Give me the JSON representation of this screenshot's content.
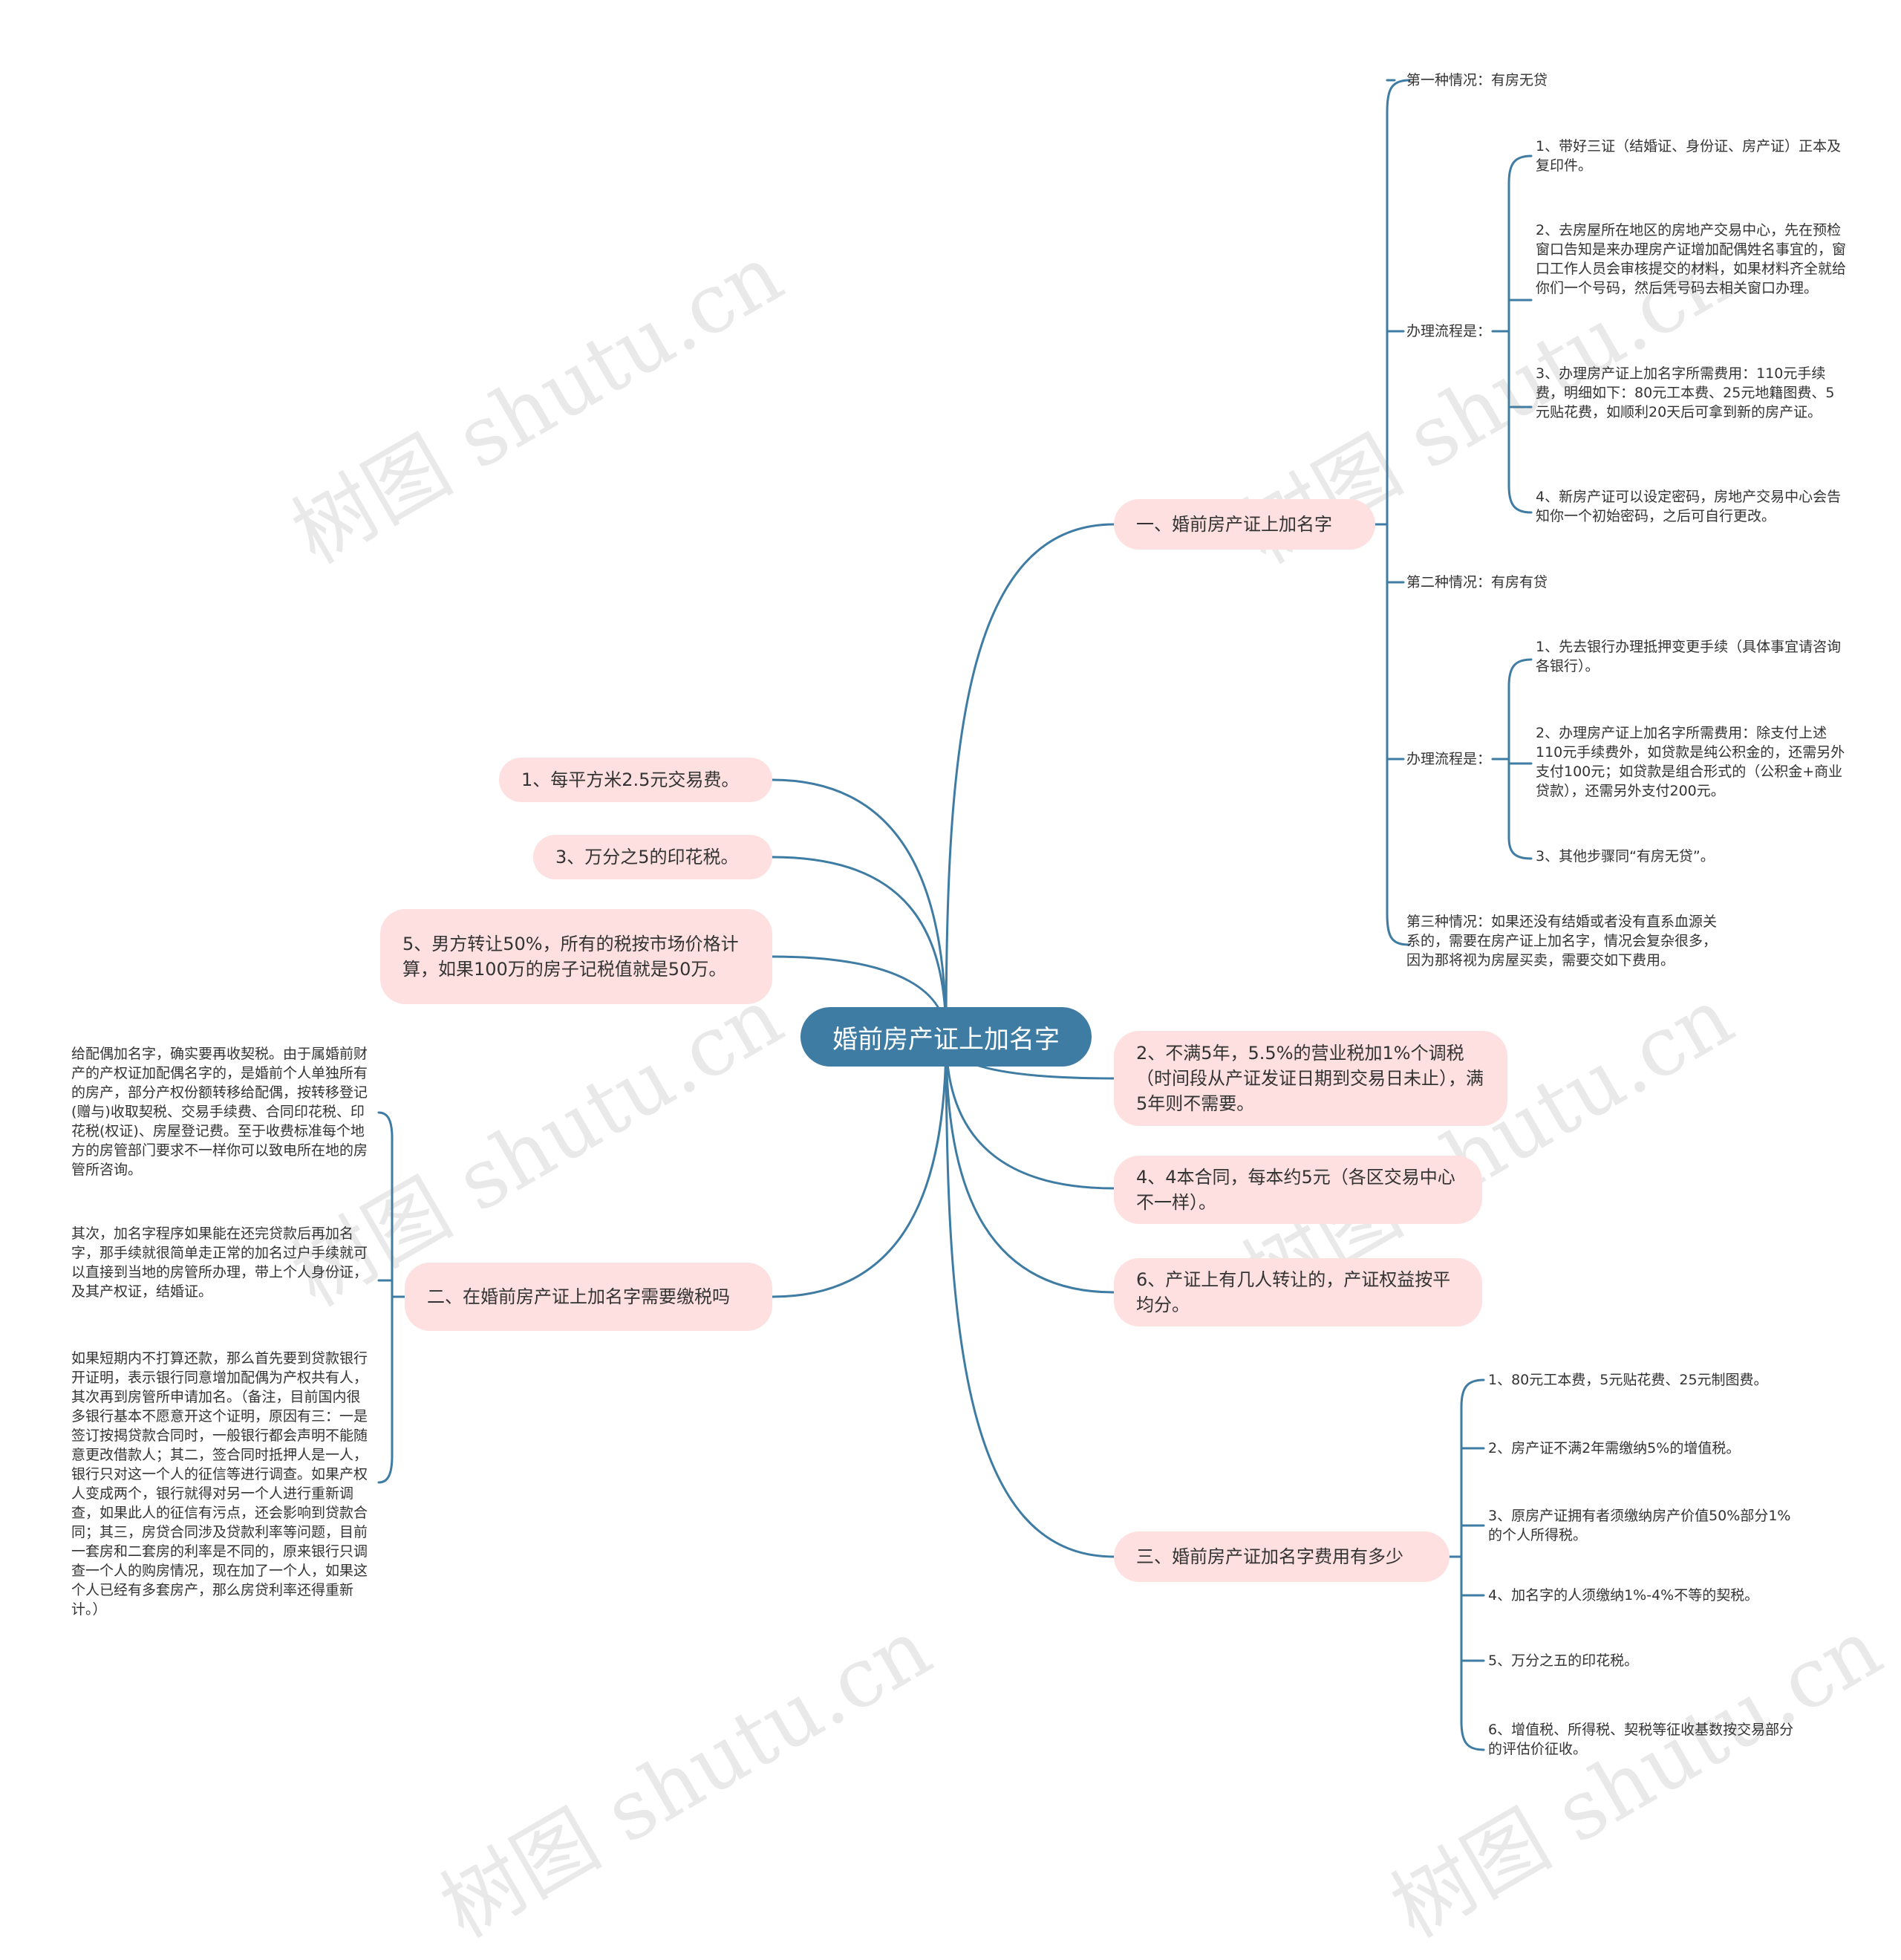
{
  "watermark": "树图 shutu.cn",
  "central": "婚前房产证上加名字",
  "colors": {
    "branch_line": "#3f7ca3",
    "node_fill": "#fde0df",
    "central_fill": "#3f7ca3"
  },
  "right": {
    "b1": {
      "title": "一、婚前房产证上加名字",
      "situation1": "第一种情况：有房无贷",
      "flow1_label": "办理流程是：",
      "flow1_steps": [
        "1、带好三证（结婚证、身份证、房产证）正本及复印件。",
        "2、去房屋所在地区的房地产交易中心，先在预检窗口告知是来办理房产证增加配偶姓名事宜的，窗口工作人员会审核提交的材料，如果材料齐全就给你们一个号码，然后凭号码去相关窗口办理。",
        "3、办理房产证上加名字所需费用：110元手续费，明细如下：80元工本费、25元地籍图费、5元贴花费，如顺利20天后可拿到新的房产证。",
        "4、新房产证可以设定密码，房地产交易中心会告知你一个初始密码，之后可自行更改。"
      ],
      "situation2": "第二种情况：有房有贷",
      "flow2_label": "办理流程是：",
      "flow2_steps": [
        "1、先去银行办理抵押变更手续（具体事宜请咨询各银行）。",
        "2、办理房产证上加名字所需费用：除支付上述110元手续费外，如贷款是纯公积金的，还需另外支付100元；如贷款是组合形式的（公积金+商业贷款），还需另外支付200元。",
        "3、其他步骤同“有房无贷”。"
      ],
      "situation3": "第三种情况：如果还没有结婚或者没有直系血源关系的，需要在房产证上加名字，情况会复杂很多，因为那将视为房屋买卖，需要交如下费用。"
    },
    "b2": "2、不满5年，5.5%的营业税加1%个调税（时间段从产证发证日期到交易日未止），满5年则不需要。",
    "b4": "4、4本合同，每本约5元（各区交易中心不一样）。",
    "b6": "6、产证上有几人转让的，产证权益按平均分。",
    "b3": {
      "title": "三、婚前房产证加名字费用有多少",
      "items": [
        "1、80元工本费，5元贴花费、25元制图费。",
        "2、房产证不满2年需缴纳5%的增值税。",
        "3、原房产证拥有者须缴纳房产价值50%部分1%的个人所得税。",
        "4、加名字的人须缴纳1%-4%不等的契税。",
        "5、万分之五的印花税。",
        "6、增值税、所得税、契税等征收基数按交易部分的评估价征收。"
      ]
    }
  },
  "left": {
    "l1": "1、每平方米2.5元交易费。",
    "l3": "3、万分之5的印花税。",
    "l5": "5、男方转让50%，所有的税按市场价格计算，如果100万的房子记税值就是50万。",
    "l2": {
      "title": "二、在婚前房产证上加名字需要缴税吗",
      "items": [
        "给配偶加名字，确实要再收契税。由于属婚前财产的产权证加配偶名字的，是婚前个人单独所有的房产，部分产权份额转移给配偶，按转移登记(赠与)收取契税、交易手续费、合同印花税、印花税(权证)、房屋登记费。至于收费标准每个地方的房管部门要求不一样你可以致电所在地的房管所咨询。",
        "其次，加名字程序如果能在还完贷款后再加名字，那手续就很简单走正常的加名过户手续就可以直接到当地的房管所办理，带上个人身份证，及其产权证，结婚证。",
        "如果短期内不打算还款，那么首先要到贷款银行开证明，表示银行同意增加配偶为产权共有人，其次再到房管所申请加名。（备注，目前国内很多银行基本不愿意开这个证明，原因有三：一是签订按揭贷款合同时，一般银行都会声明不能随意更改借款人；其二，签合同时抵押人是一人，银行只对这一个人的征信等进行调查。如果产权人变成两个，银行就得对另一个人进行重新调查，如果此人的征信有污点，还会影响到贷款合同；其三，房贷合同涉及贷款利率等问题，目前一套房和二套房的利率是不同的，原来银行只调查一个人的购房情况，现在加了一个人，如果这个人已经有多套房产，那么房贷利率还得重新计。）"
      ]
    }
  }
}
